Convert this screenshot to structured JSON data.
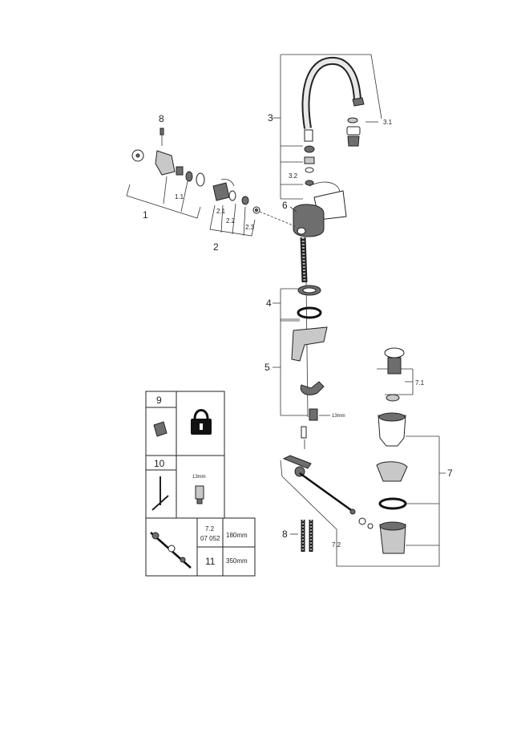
{
  "labels": {
    "l1": "1",
    "l1_1": "1.1",
    "l2": "2",
    "l2_1": "2.1",
    "l2_2": "2.2",
    "l2_3": "2.3",
    "l3": "3",
    "l3_1": "3.1",
    "l3_2": "3.2",
    "l4": "4",
    "l5": "5",
    "l6": "6",
    "l7": "7",
    "l7_1": "7.1",
    "l7_2": "7.2",
    "l8_top": "8",
    "l8_bottom": "8",
    "wrench_size": "13mm"
  },
  "table": {
    "r9": "9",
    "r10": "10",
    "wrench_size": "13mm",
    "code_72": "7.2",
    "code_07052": "07 052",
    "len_180": "180mm",
    "code_11": "11",
    "len_350": "350mm"
  },
  "colors": {
    "line": "#333333",
    "part_dark": "#6e6e6e",
    "part_light": "#c8c8c8"
  }
}
